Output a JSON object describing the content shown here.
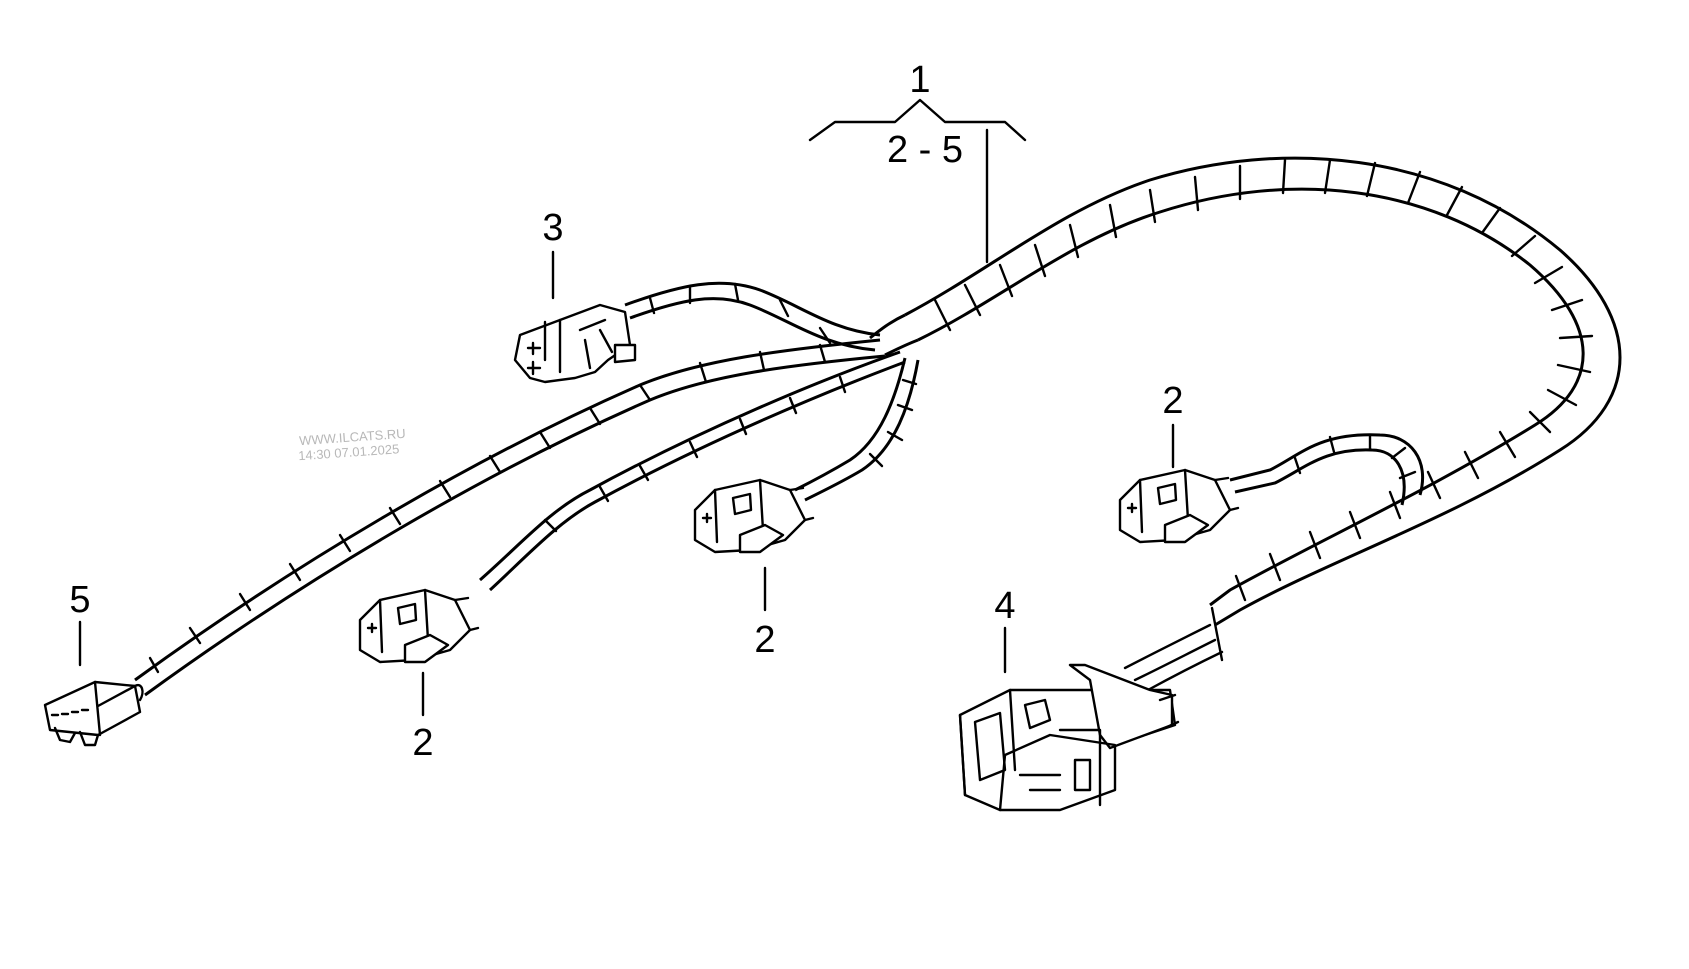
{
  "diagram": {
    "callouts": {
      "assembly": "1",
      "range": "2 - 5",
      "part_3": "3",
      "part_2_a": "2",
      "part_2_b": "2",
      "part_2_c": "2",
      "part_4": "4",
      "part_5": "5"
    },
    "watermark": {
      "line1": "WWW.ILCATS.RU",
      "line2": "14:30 07.01.2025"
    }
  }
}
